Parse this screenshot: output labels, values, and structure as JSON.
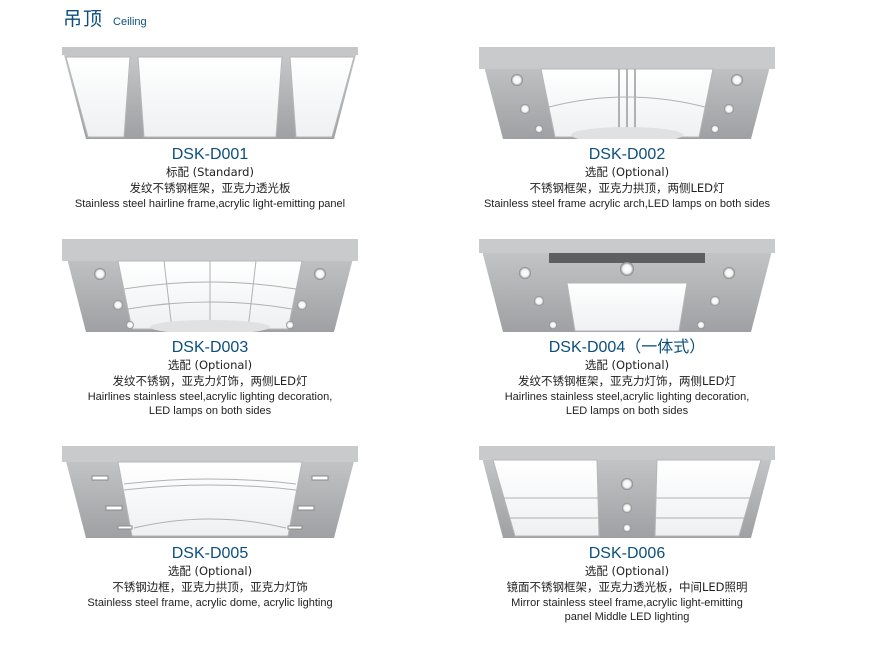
{
  "header": {
    "title_zh": "吊顶",
    "title_en": "Ceiling"
  },
  "items": [
    {
      "code": "DSK-D001",
      "type": "标配 (Standard)",
      "desc_zh": "发纹不锈钢框架，亚克力透光板",
      "desc_en": "Stainless steel hairline frame,acrylic light-emitting panel",
      "desc_en2": ""
    },
    {
      "code": "DSK-D002",
      "type": "选配 (Optional)",
      "desc_zh": "不锈钢框架，亚克力拱顶，两侧LED灯",
      "desc_en": "Stainless steel frame acrylic arch,LED lamps on both sides",
      "desc_en2": ""
    },
    {
      "code": "DSK-D003",
      "type": "选配 (Optional)",
      "desc_zh": "发纹不锈钢，亚克力灯饰，两侧LED灯",
      "desc_en": "Hairlines stainless steel,acrylic lighting decoration,",
      "desc_en2": "LED lamps on both sides"
    },
    {
      "code": "DSK-D004（一体式）",
      "type": "选配 (Optional)",
      "desc_zh": "发纹不锈钢框架，亚克力灯饰，两侧LED灯",
      "desc_en": "Hairlines stainless steel,acrylic lighting decoration,",
      "desc_en2": "LED lamps on both sides"
    },
    {
      "code": "DSK-D005",
      "type": "选配 (Optional)",
      "desc_zh": "不锈钢边框，亚克力拱顶，亚克力灯饰",
      "desc_en": "Stainless steel frame, acrylic dome, acrylic lighting",
      "desc_en2": ""
    },
    {
      "code": "DSK-D006",
      "type": "选配 (Optional)",
      "desc_zh": "镜面不锈钢框架，亚克力透光板，中间LED照明",
      "desc_en": "Mirror stainless steel frame,acrylic light-emitting",
      "desc_en2": "panel Middle LED lighting"
    }
  ]
}
